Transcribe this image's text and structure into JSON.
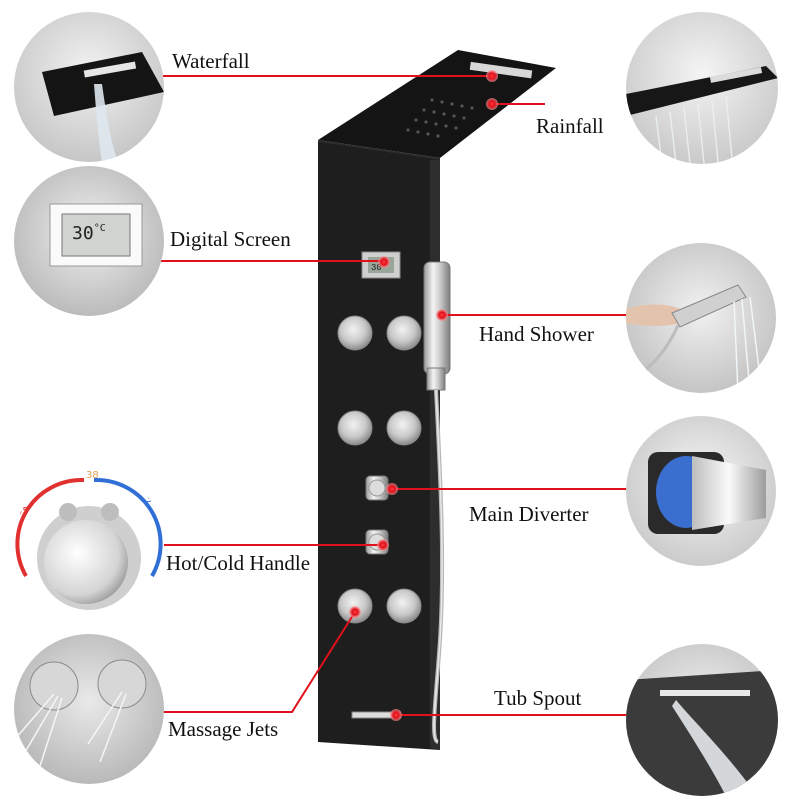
{
  "features": {
    "waterfall": "Waterfall",
    "rainfall": "Rainfall",
    "digital_screen": "Digital Screen",
    "hand_shower": "Hand Shower",
    "main_diverter": "Main Diverter",
    "hot_cold_handle": "Hot/Cold Handle",
    "massage_jets": "Massage Jets",
    "tub_spout": "Tub Spout"
  },
  "display": {
    "temperature": "30",
    "unit": "°C"
  },
  "dial": {
    "left_value": "45",
    "top_value": "38",
    "right_value": "35"
  },
  "colors": {
    "callout_line": "#e0101c",
    "panel": "#1c1c1c",
    "hot": "#e03030",
    "cold": "#2f6fd6"
  }
}
